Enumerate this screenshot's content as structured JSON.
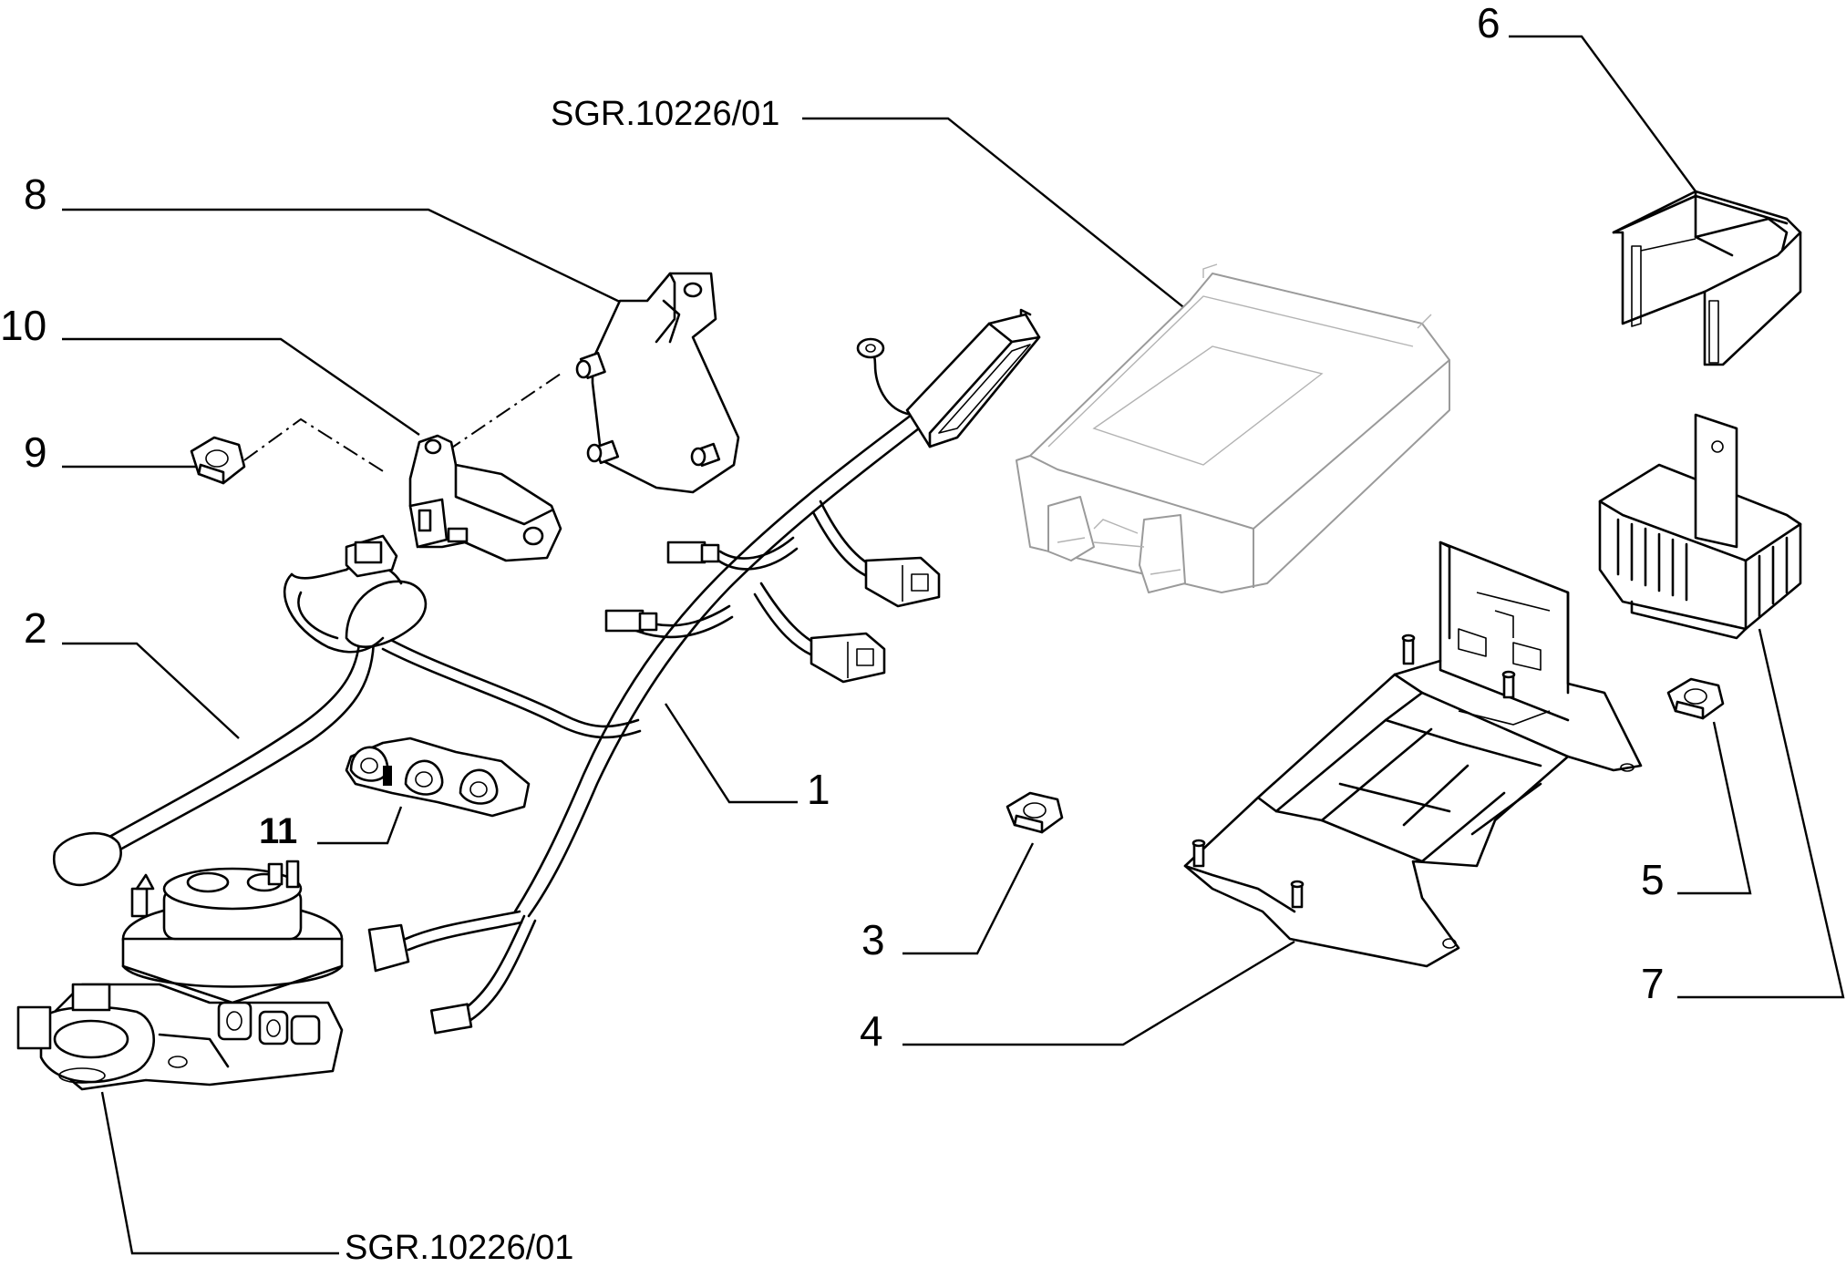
{
  "callouts": [
    {
      "id": "1",
      "label": "1"
    },
    {
      "id": "2",
      "label": "2"
    },
    {
      "id": "3",
      "label": "3"
    },
    {
      "id": "4",
      "label": "4"
    },
    {
      "id": "5",
      "label": "5"
    },
    {
      "id": "6",
      "label": "6"
    },
    {
      "id": "7",
      "label": "7"
    },
    {
      "id": "8",
      "label": "8"
    },
    {
      "id": "9",
      "label": "9"
    },
    {
      "id": "10",
      "label": "10"
    },
    {
      "id": "11",
      "label": "11"
    }
  ],
  "references": {
    "top": "SGR.10226/01",
    "bottom": "SGR.10226/01"
  }
}
